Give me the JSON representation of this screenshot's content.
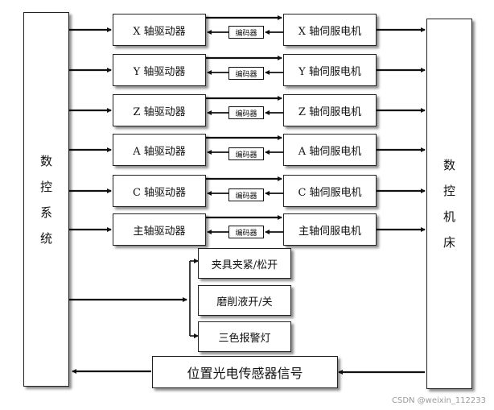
{
  "left_block": {
    "label": [
      "数",
      "控",
      "系",
      "统"
    ]
  },
  "right_block": {
    "label": [
      "数",
      "控",
      "机",
      "床"
    ]
  },
  "axes": [
    {
      "driver": "X 轴驱动器",
      "encoder": "编码器",
      "motor": "X 轴伺服电机"
    },
    {
      "driver": "Y 轴驱动器",
      "encoder": "编码器",
      "motor": "Y 轴伺服电机"
    },
    {
      "driver": "Z 轴驱动器",
      "encoder": "编码器",
      "motor": "Z 轴伺服电机"
    },
    {
      "driver": "A 轴驱动器",
      "encoder": "编码器",
      "motor": "A 轴伺服电机"
    },
    {
      "driver": "C 轴驱动器",
      "encoder": "编码器",
      "motor": "C 轴伺服电机"
    },
    {
      "driver": "主轴驱动器",
      "encoder": "编码器",
      "motor": "主轴伺服电机"
    }
  ],
  "devices": [
    "夹具夹紧/松开",
    "磨削液开/关",
    "三色报警灯"
  ],
  "sensor": "位置光电传感器信号",
  "watermark": "CSDN @weixin_112233"
}
